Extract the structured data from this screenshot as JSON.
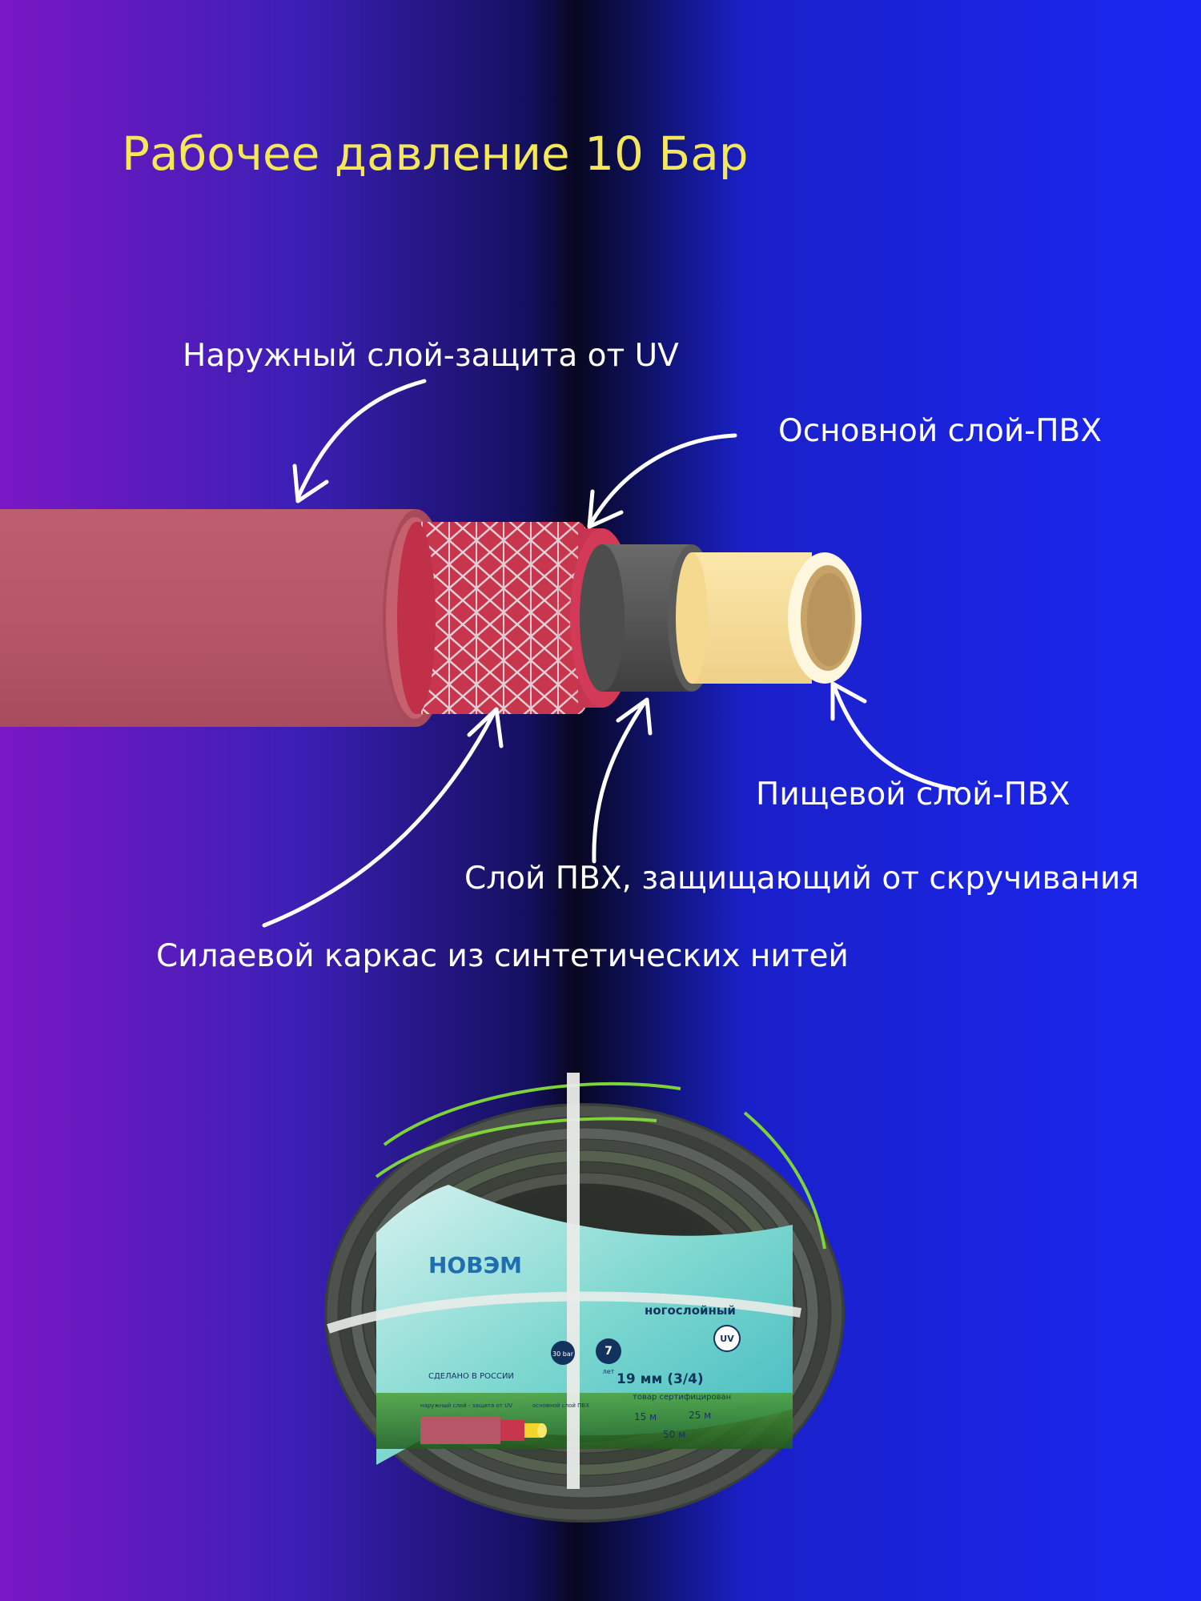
{
  "title": "Рабочее давление 10 Бар",
  "labels": {
    "outer": "Наружный слой-защита от UV",
    "main": "Основной слой-ПВХ",
    "food": "Пищевой слой-ПВХ",
    "twist": "Слой ПВХ, защищающий от скручивания",
    "frame": "Силаевой каркас из синтетических нитей"
  },
  "product": {
    "brand": "НОВЭМ",
    "type": "ногослойный",
    "made_in": "СДЕЛАНО В РОССИИ",
    "size": "19 мм (3/4)",
    "certified": "товар сертифицирован",
    "pressure": "30 bar",
    "warranty_years": "7",
    "warranty_label": "лет",
    "uv": "UV",
    "lengths": [
      "15 м",
      "25 м",
      "50 м"
    ],
    "mini_label_left": "наружный слой - защита от UV",
    "mini_label_right": "основной слой ПВХ"
  },
  "colors": {
    "title": "#f4e85a",
    "outer_layer": "#b85a6a",
    "frame_layer": "#c8364e",
    "twist_layer": "#555555",
    "food_layer": "#f8df98",
    "hose_accent": "#7ed23a"
  }
}
